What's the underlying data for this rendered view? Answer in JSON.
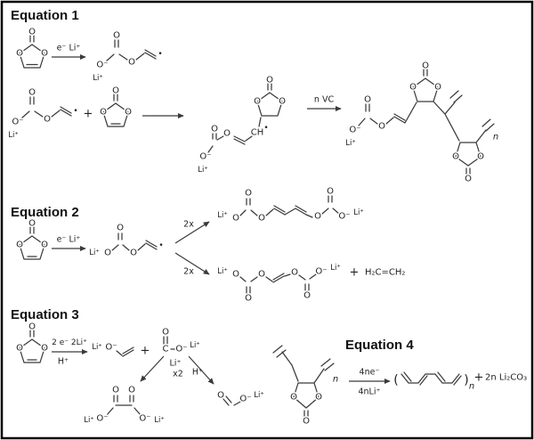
{
  "figure": {
    "bg_color": "#ffffff",
    "border_color": "#000000",
    "ink_color": "#3a3a3a"
  },
  "titles": {
    "eq1": "Equation 1",
    "eq2": "Equation 2",
    "eq3": "Equation 3",
    "eq4": "Equation 4"
  },
  "arrow_labels": {
    "e_li": "e⁻ Li⁺",
    "n_vc": "n VC",
    "two_x": "2x",
    "two_e_two_li": "2 e⁻ 2Li⁺",
    "h_plus": "H⁺",
    "li_x2_top": "Li⁺",
    "li_x2_bottom": "x2",
    "four_n_e": "4ne⁻",
    "four_n_li": "4nLi⁺"
  },
  "formulas": {
    "ethylene": "H₂C=CH₂",
    "lithium_carbonate": "2n Li₂CO₃",
    "plus": "+",
    "repeat_n": "n"
  },
  "atoms": {
    "o": "O",
    "o_minus": "O⁻",
    "li": "Li⁺",
    "ch": "CH",
    "c": "C",
    "radical_dot": "•",
    "paren_open": "(",
    "paren_close": ")"
  }
}
